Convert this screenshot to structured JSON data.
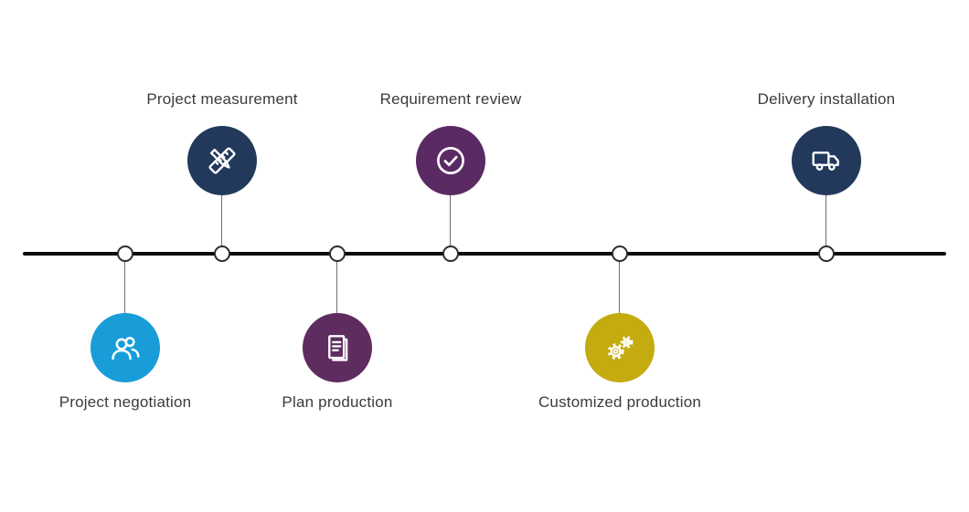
{
  "diagram": {
    "type": "process-timeline",
    "background_color": "#ffffff",
    "line_color": "#0a0a0a",
    "node_fill": "#ffffff",
    "node_border_color": "#2d2d2d",
    "label_color": "#3b3b3b"
  },
  "timeline": {
    "steps": [
      {
        "label": "Project negotiation",
        "position": "below",
        "color": "#189dd8",
        "icon": "users-icon"
      },
      {
        "label": "Project measurement",
        "position": "above",
        "color": "#22395c",
        "icon": "ruler-pencil-icon"
      },
      {
        "label": "Plan production",
        "position": "below",
        "color": "#5e2c5f",
        "icon": "document-icon"
      },
      {
        "label": "Requirement review",
        "position": "above",
        "color": "#5a2a64",
        "icon": "check-circle-icon"
      },
      {
        "label": "Customized production",
        "position": "below",
        "color": "#c4ab10",
        "icon": "gears-icon"
      },
      {
        "label": "Delivery installation",
        "position": "above",
        "color": "#22395c",
        "icon": "truck-icon"
      }
    ]
  }
}
